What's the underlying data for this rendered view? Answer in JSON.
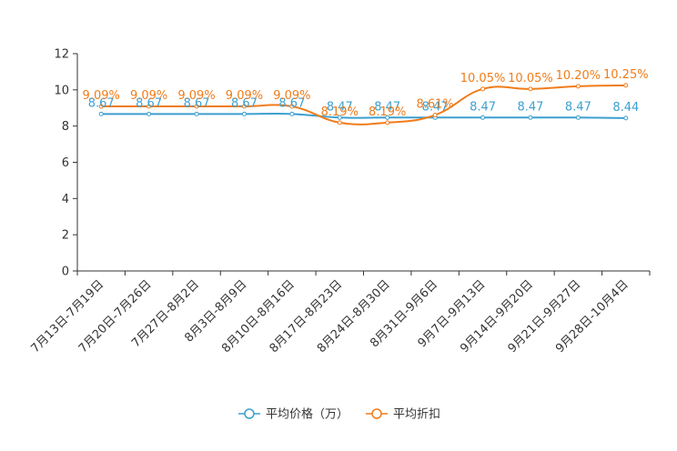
{
  "chart_data": {
    "type": "line",
    "categories": [
      "7月13日-7月19日",
      "7月20日-7月26日",
      "7月27日-8月2日",
      "8月3日-8月9日",
      "8月10日-8月16日",
      "8月17日-8月23日",
      "8月24日-8月30日",
      "8月31日-9月6日",
      "9月7日-9月13日",
      "9月14日-9月20日",
      "9月21日-9月27日",
      "9月28日-10月4日"
    ],
    "y_ticks": [
      "0",
      "2",
      "4",
      "6",
      "8",
      "10",
      "12"
    ],
    "ylim": [
      0,
      12
    ],
    "grid": false,
    "legend_position": "bottom",
    "series": [
      {
        "name": "平均价格（万）",
        "color": "#3d9fd0",
        "values": [
          8.67,
          8.67,
          8.67,
          8.67,
          8.67,
          8.47,
          8.47,
          8.47,
          8.47,
          8.47,
          8.47,
          8.44
        ],
        "labels": [
          "8.67",
          "8.67",
          "8.67",
          "8.67",
          "8.67",
          "8.47",
          "8.47",
          "8.47",
          "8.47",
          "8.47",
          "8.47",
          "8.44"
        ]
      },
      {
        "name": "平均折扣",
        "color": "#f07c1a",
        "values": [
          9.09,
          9.09,
          9.09,
          9.09,
          9.09,
          8.19,
          8.19,
          8.61,
          10.05,
          10.05,
          10.2,
          10.25
        ],
        "labels": [
          "9.09%",
          "9.09%",
          "9.09%",
          "9.09%",
          "9.09%",
          "8.19%",
          "8.19%",
          "8.61%",
          "10.05%",
          "10.05%",
          "10.20%",
          "10.25%"
        ]
      }
    ]
  }
}
